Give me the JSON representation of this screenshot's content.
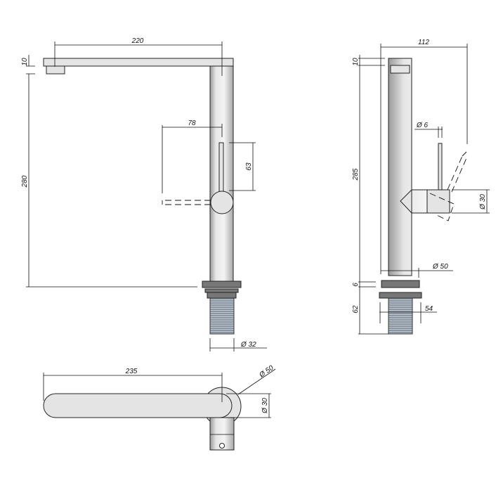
{
  "front_view": {
    "spout_length": "220",
    "spout_height": "10",
    "total_height": "280",
    "lever_swing": "78",
    "lever_height": "63",
    "thread_diameter": "Ø 32"
  },
  "side_view": {
    "depth": "112",
    "cap_height": "10",
    "body_height": "285",
    "lever_diameter": "Ø 6",
    "hub_diameter": "Ø 30",
    "column_diameter": "Ø 50",
    "flange_height": "6",
    "thread_length": "62",
    "nut_width": "54"
  },
  "top_view": {
    "spout_reach": "235",
    "column_diameter": "Ø 50",
    "spout_diameter": "Ø 30"
  }
}
